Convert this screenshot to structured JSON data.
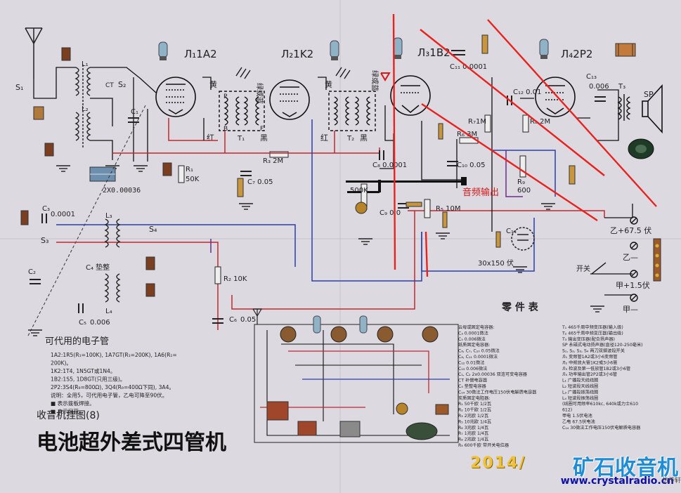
{
  "title": {
    "series_label": "收音机挂图(8)",
    "main": "电池超外差式四管机"
  },
  "tubes": [
    {
      "label": "Л₁1A2"
    },
    {
      "label": "Л₂1K2"
    },
    {
      "label": "Л₃1B2"
    },
    {
      "label": "Л₄2P2"
    }
  ],
  "components": {
    "R1": "R₁",
    "R1v": "50K",
    "R2": "R₂ 10K",
    "R3": "R₃ 2M",
    "R4": "500K",
    "R5": "R₅ 10M",
    "R6": "R₆ 3M",
    "R7": "R₇1M",
    "R8": "R₈ 2M",
    "R9": "R₉",
    "R9v": "600",
    "C1": "C₁",
    "C2": "C₂",
    "C3": "C₃",
    "C3v": "0.0001",
    "C4": "C₄ 垫整",
    "C5": "C₅",
    "C5v": "0.006",
    "C6": "C₆",
    "C6v": "0.05",
    "C7": "C₇ 0.05",
    "C8": "C₈ 0.0001",
    "C9": "C₉ 0.0",
    "C10": "C₁₀ 0.05",
    "C11": "C₁₁ 0.0001",
    "C12": "C₁₂ 0.01",
    "C13": "C₁₃",
    "C13v": "0.006",
    "C14": "C₁₄",
    "C14v": "30x150 伏",
    "gang": "2X0.00036",
    "T1": "T₁",
    "T2": "T₂",
    "T3": "T₃",
    "SP": "SP",
    "L1": "L₁",
    "L2": "L₂",
    "L3": "L₃",
    "L4": "L₄",
    "S1": "S₁",
    "S2": "S₂",
    "S3": "S₃",
    "S4": "S₄",
    "CT": "CT",
    "yellow": "黄",
    "red": "红",
    "black": "黑",
    "green_blue": "绿或蓝",
    "P": "P",
    "B": "B",
    "F": "F"
  },
  "power": {
    "b_plus": "乙+67.5 伏",
    "b_minus": "乙—",
    "a_plus": "甲+1.5伏",
    "a_minus": "甲—",
    "switch": "开关"
  },
  "annotation": {
    "audio_out": "音频输出",
    "colors": {
      "red": "#e8231f",
      "black": "#111111",
      "wire_red": "#c0282e",
      "wire_blue": "#2b3fa8",
      "wire_purple": "#6b2d8a"
    }
  },
  "substitutes": {
    "heading": "可代用的电子管",
    "lines": [
      "1A2:1R5(R₁=100K), 1A7GT(R₁=200K), 1A6(R₁=",
      "   200K)。",
      "1K2:1T4, 1N5GT或1N4。",
      "1B2:1S5, 1D8GT(只用三级)。",
      "2P2:3S4(R₉=800Ω), 3Q4(R₉=400Ω下同), 3A4。",
      "说明：全用5，可代用电子管，乙电可降至90伏。",
      "      ■ 表示拨板焊接。",
      "      ■ 表示屏蔽。"
    ]
  },
  "parts_table": {
    "heading": "零 件 表",
    "left": [
      "云母或固定电容器:",
      "  C₃ 0.0001微法",
      "  C₅ 0.006微法",
      "纸质固定电容器:",
      "  C₆, C₇, C₁₀ 0.05微法",
      "  C₈, C₁₁ 0.0001微法",
      "  C₁₂ 0.01微法",
      "  C₁₃ 0.006微法",
      "C₁, C₂ 2x0.00036 双连可变电容器",
      "CT 补偿电容器",
      "C₄ 垫整电容器",
      "C₁₄ 30微法工作电压150伏电解质电容器",
      "炭质固定电阻器:",
      "  R₁ 50千欧 1/2瓦",
      "  R₂ 10千欧 1/2瓦",
      "  R₃ 2兆欧 1/2瓦",
      "  R₅ 10兆欧 1/4瓦",
      "  R₆ 3兆欧 1/4瓦",
      "  R₇ 1兆欧 1/4瓦",
      "  R₈ 2兆欧 1/4瓦",
      "  R₉ 600千欧 带开关电位器"
    ],
    "right": [
      "T₁ 465千周中频变压器(输入级)",
      "T₂ 465千周中频变压器(输出级)",
      "T₃ 输出变压器(配合扬声器)",
      "SP 永磁式电动扬声器(直径120-250毫米)",
      "S₁, S₂, S₃, S₄ 两刀双掷波段开关",
      "Л₁ 变频管1A2或3小6变频管",
      "Л₂ 中频放大管1K2或3小6管",
      "Л₃ 检波及第一低放管1B2或3小6管",
      "Л₄ 功率输出管2P2或3小6管",
      "L₁ 广播段天线线圈",
      "L₂ 短波段天线线圈",
      "L₃ 广播段振荡线圈",
      "L₄ 短波段振荡线圈",
      "  (线圈可用频率610kc, 640k或力士610",
      "   612)",
      "甲电  1.5伏电池",
      "乙电  67.5伏电池",
      "C₁₄  30微法工作电压150伏电解质电容器"
    ]
  },
  "watermark": {
    "date": "2014/",
    "brand": "矿石收音机",
    "url": "www.crystalradio.cn",
    "badge": "仿传轩"
  }
}
